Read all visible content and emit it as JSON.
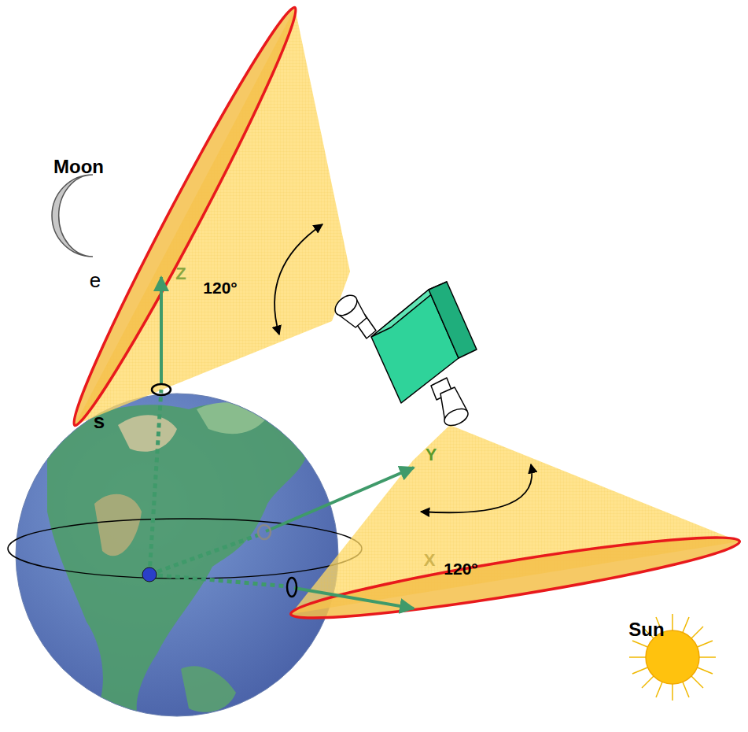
{
  "diagram": {
    "labels": [
      "Moon",
      "e",
      "120°",
      "Z",
      "s",
      "Y",
      "120°",
      "X",
      "Sun"
    ]
  }
}
